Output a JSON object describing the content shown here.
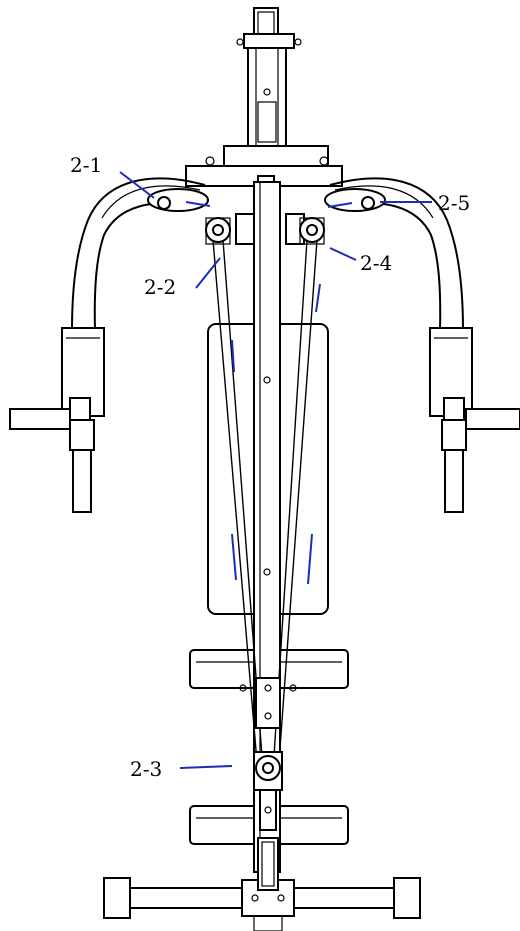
{
  "colors": {
    "line_art": "#000000",
    "leader": "#1a2fb8",
    "background": "#ffffff"
  },
  "callouts": [
    {
      "label": "2-1"
    },
    {
      "label": "2-2"
    },
    {
      "label": "2-3"
    },
    {
      "label": "2-4"
    },
    {
      "label": "2-5"
    }
  ]
}
